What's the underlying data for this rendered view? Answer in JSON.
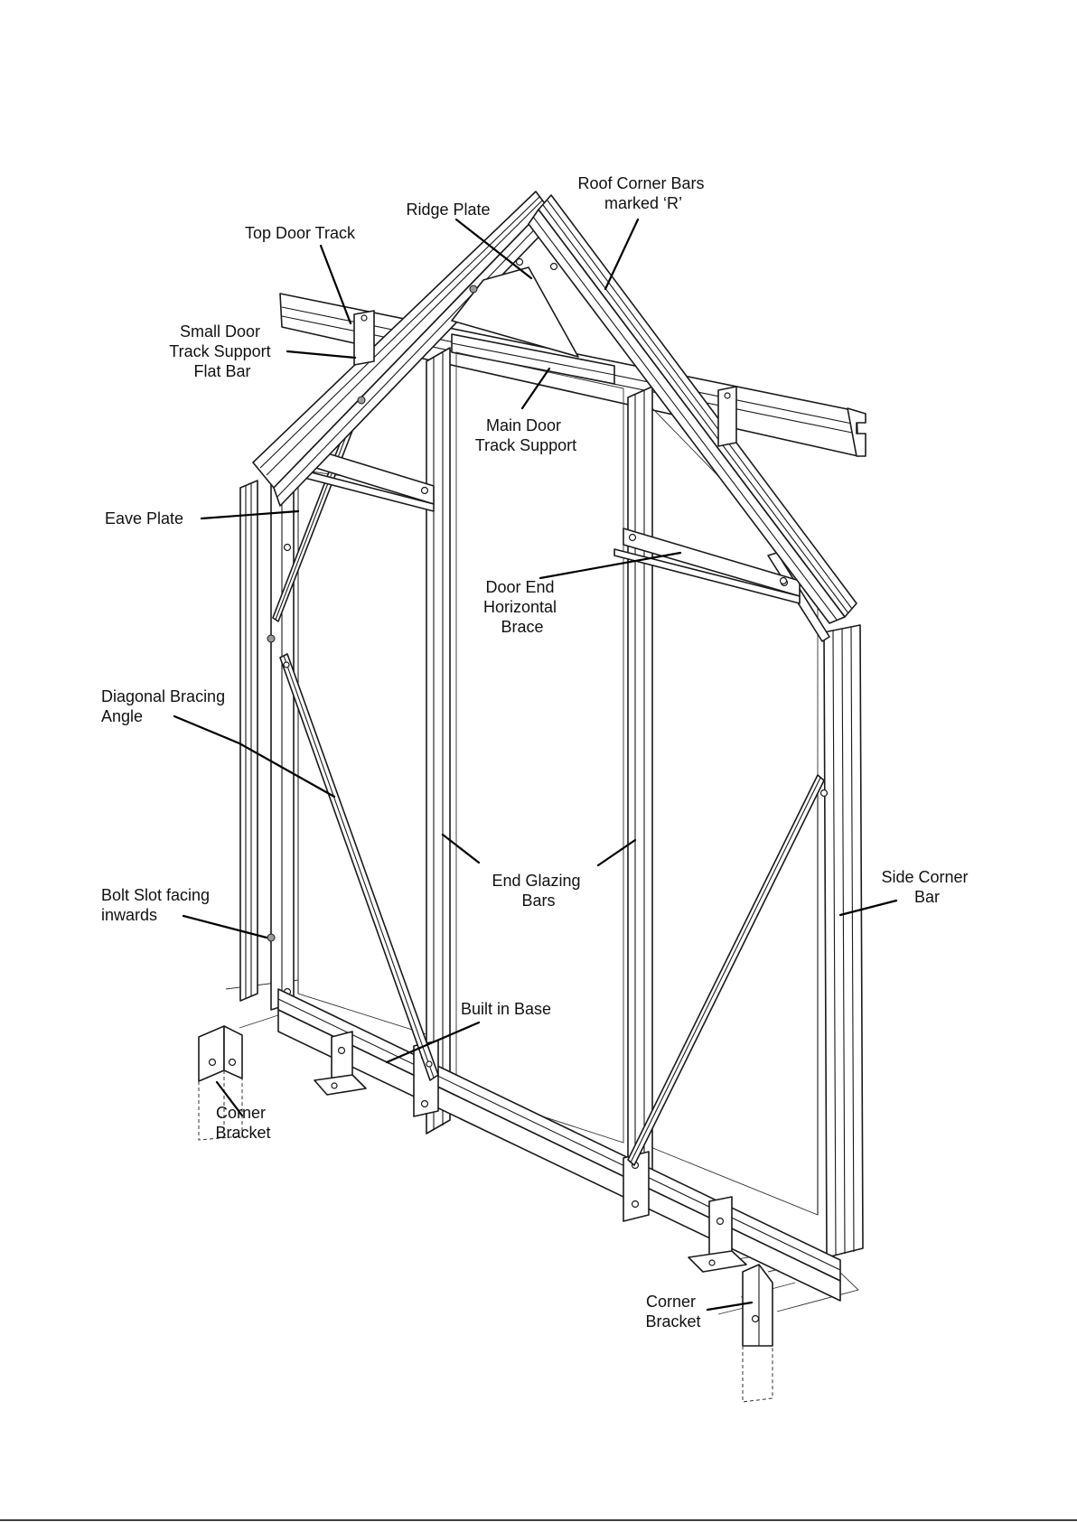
{
  "labels": {
    "roof_corner_bars": [
      "Roof Corner Bars",
      "marked ‘R’"
    ],
    "ridge_plate": [
      "Ridge Plate"
    ],
    "top_door_track": [
      "Top Door Track"
    ],
    "small_door_track_support": [
      "Small Door",
      "Track Support",
      "Flat Bar"
    ],
    "main_door_track_support": [
      "Main Door",
      "Track Support"
    ],
    "eave_plate": [
      "Eave Plate"
    ],
    "door_end_horizontal_brace": [
      "Door End",
      "Horizontal",
      "Brace"
    ],
    "diagonal_bracing_angle": [
      "Diagonal Bracing",
      "Angle"
    ],
    "end_glazing_bars": [
      "End Glazing",
      "Bars"
    ],
    "side_corner_bar": [
      "Side Corner",
      "Bar"
    ],
    "bolt_slot": [
      "Bolt Slot facing",
      "inwards"
    ],
    "built_in_base": [
      "Built in Base"
    ],
    "corner_bracket_left": [
      "Corner",
      "Bracket"
    ],
    "corner_bracket_right": [
      "Corner",
      "Bracket"
    ]
  }
}
